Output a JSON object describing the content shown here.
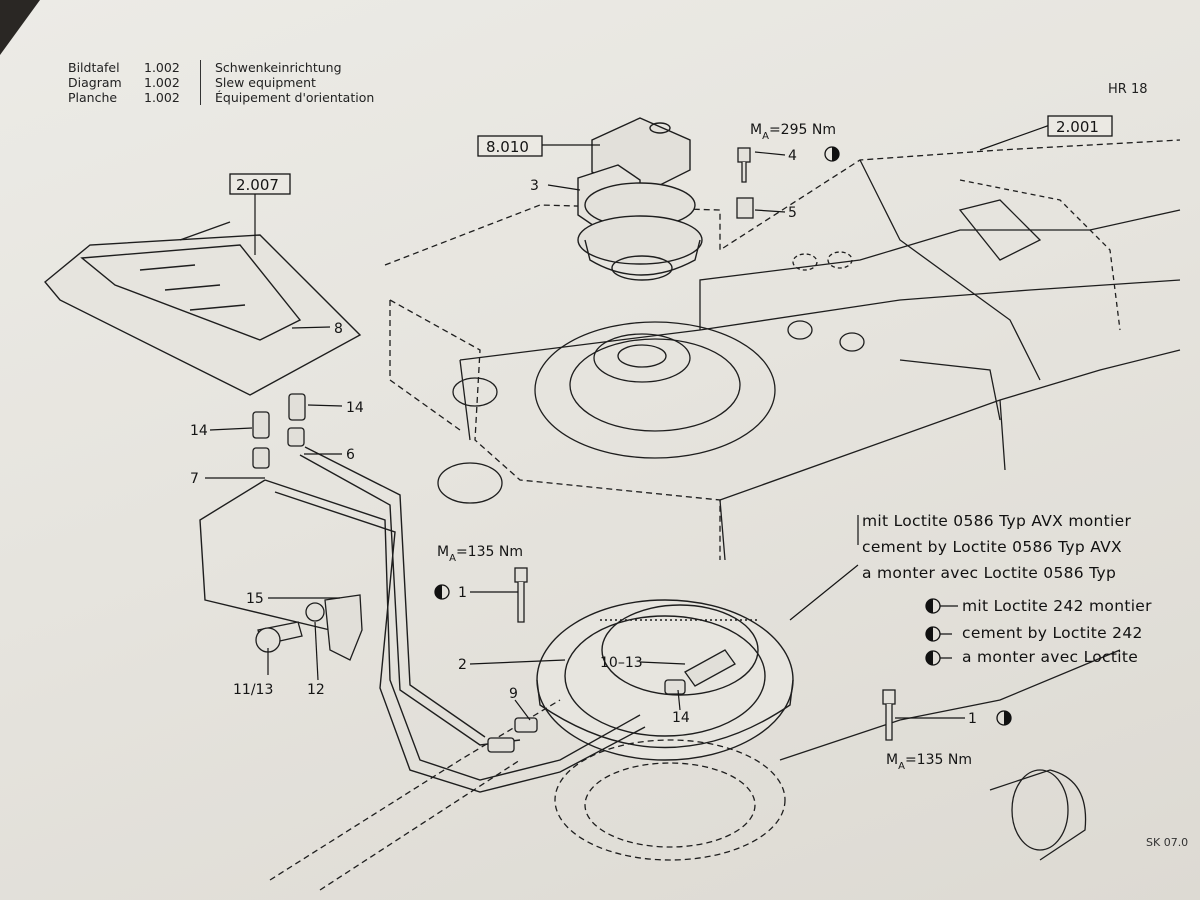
{
  "header": {
    "rows": [
      {
        "label": "Bildtafel",
        "number": "1.002",
        "title": "Schwenkeinrichtung"
      },
      {
        "label": "Diagram",
        "number": "1.002",
        "title": "Slew equipment"
      },
      {
        "label": "Planche",
        "number": "1.002",
        "title": "Équipement d'orientation"
      }
    ],
    "model": "HR 18"
  },
  "refs": {
    "r8010": "8.010",
    "r2001": "2.001",
    "r2007": "2.007"
  },
  "torques": {
    "t295": "=295 Nm",
    "t135a": "=135 Nm",
    "t135b": "=135 Nm",
    "m": "M",
    "a": "A"
  },
  "callouts": {
    "c3": "3",
    "c4": "4",
    "c5": "5",
    "c8": "8",
    "c14a": "14",
    "c14b": "14",
    "c14c": "14",
    "c6": "6",
    "c7": "7",
    "c1a": "1",
    "c1b": "1",
    "c15": "15",
    "c2": "2",
    "c9": "9",
    "c1013": "10–13",
    "c1113": "11/13",
    "c12": "12"
  },
  "notes": {
    "loctite586": [
      "mit Loctite 0586 Typ AVX montier",
      "cement by Loctite 0586 Typ AVX",
      "a monter avec Loctite 0586 Typ"
    ],
    "loctite242": [
      "mit Loctite 242 montier",
      "cement by Loctite 242",
      "a monter avec Loctite"
    ]
  },
  "footer": "SK 07.0"
}
